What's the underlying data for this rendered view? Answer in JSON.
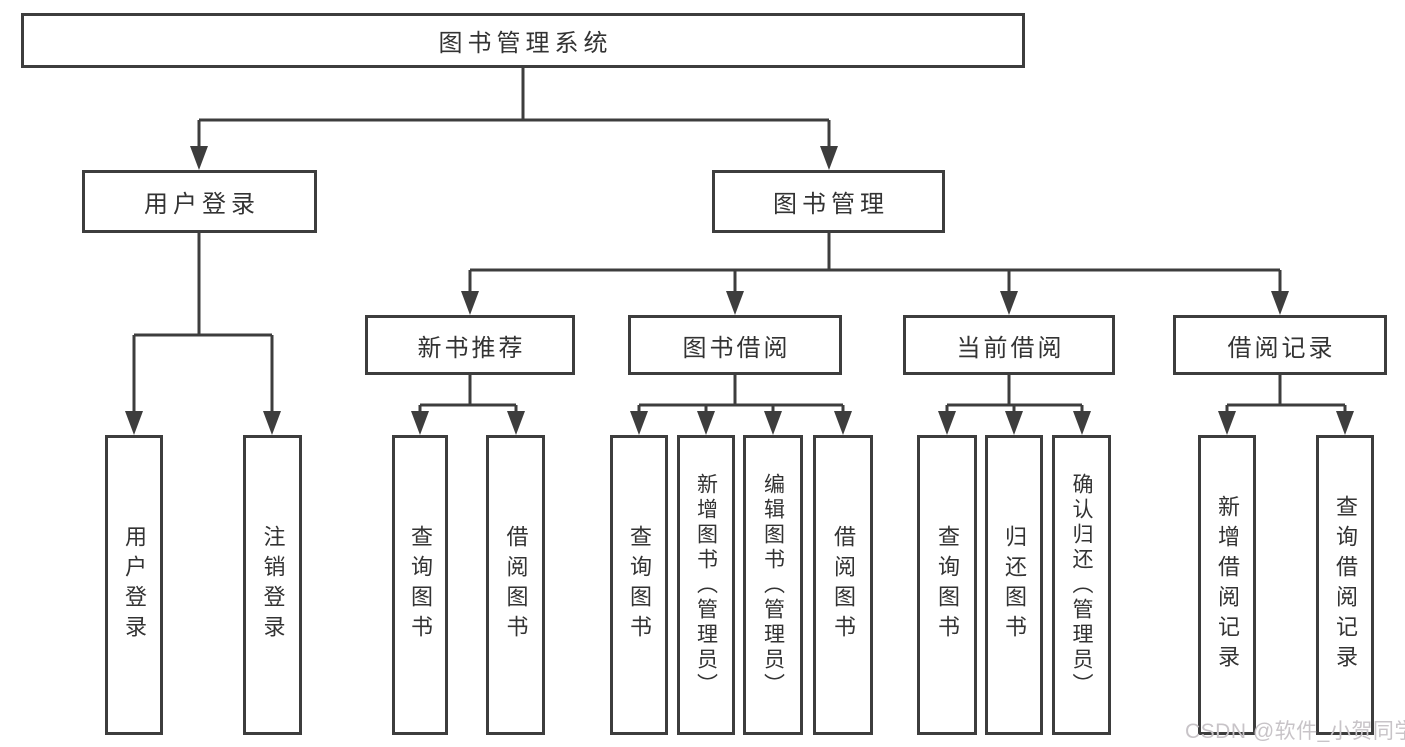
{
  "diagram": {
    "title": "图书管理系统",
    "branches": [
      {
        "label": "用户登录",
        "children": [
          "用户登录",
          "注销登录"
        ]
      },
      {
        "label": "图书管理",
        "modules": [
          {
            "label": "新书推荐",
            "children": [
              "查询图书",
              "借阅图书"
            ]
          },
          {
            "label": "图书借阅",
            "children": [
              "查询图书",
              "新增图书（管理员）",
              "编辑图书（管理员）",
              "借阅图书"
            ]
          },
          {
            "label": "当前借阅",
            "children": [
              "查询图书",
              "归还图书",
              "确认归还（管理员）"
            ]
          },
          {
            "label": "借阅记录",
            "children": [
              "新增借阅记录",
              "查询借阅记录"
            ]
          }
        ]
      }
    ]
  },
  "watermark": {
    "text": "CSDN @软件_小贺同学"
  },
  "colors": {
    "line": "#3d3d3d",
    "text": "#333333",
    "watermark": "#c8c4c8",
    "background": "#ffffff"
  }
}
